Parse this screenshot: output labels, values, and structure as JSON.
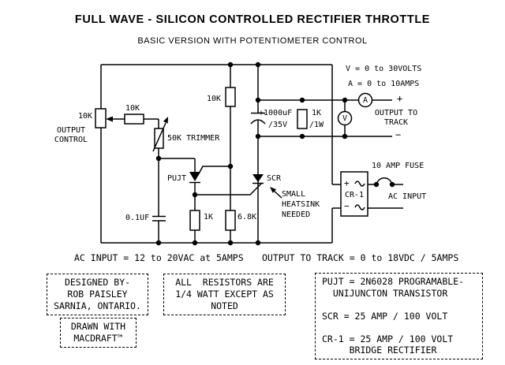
{
  "header": {
    "title": "FULL WAVE - SILICON CONTROLLED RECTIFIER THROTTLE",
    "subtitle": "BASIC VERSION WITH POTENTIOMETER CONTROL"
  },
  "schematic": {
    "labels": {
      "pot_value": "10K",
      "pot_name": "OUTPUT\nCONTROL",
      "series_resistor": "10K",
      "trimmer": "50K TRIMMER",
      "charge_resistor": "10K",
      "main_cap": "+1000uF",
      "main_cap_voltage": "/35V",
      "bleed_resistor": "1K",
      "bleed_resistor_watt": "/1W",
      "voltmeter_range": "V = 0 to 30VOLTS",
      "ammeter_range": "A = 0 to 10AMPS",
      "ammeter": "A",
      "voltmeter": "V",
      "output_plus": "+",
      "output_minus": "−",
      "output_track": "OUTPUT TO\nTRACK",
      "pujt": "PUJT",
      "scr": "SCR",
      "heatsink_note": "SMALL\nHEATSINK\nNEEDED",
      "timing_cap": "0.1UF",
      "cathode_resistor": "1K",
      "divider_resistor": "6.8K",
      "fuse": "10 AMP FUSE",
      "ac_input": "AC INPUT",
      "cr1_plus": "+",
      "cr1_name": "CR-1",
      "cr1_minus": "−"
    },
    "ratings": {
      "ac_input": "AC INPUT = 12 to 20VAC at 5AMPS",
      "output": "OUTPUT TO TRACK = 0 to 18VDC / 5AMPS"
    }
  },
  "notes": {
    "designed_by": "DESIGNED BY-\nROB PAISLEY\nSARNIA, ONTARIO.",
    "drawn_with": "DRAWN WITH\nMACDRAFT™",
    "resistors": "ALL  RESISTORS ARE\n1/4 WATT EXCEPT AS\nNOTED",
    "parts": "PUJT = 2N6028 PROGRAMABLE-\n  UNIJUNCTON TRANSISTOR\n\nSCR = 25 AMP / 100 VOLT\n\nCR-1 = 25 AMP / 100 VOLT\n     BRIDGE RECTIFIER"
  },
  "colors": {
    "ink": "#000000",
    "background": "#ffffff"
  }
}
